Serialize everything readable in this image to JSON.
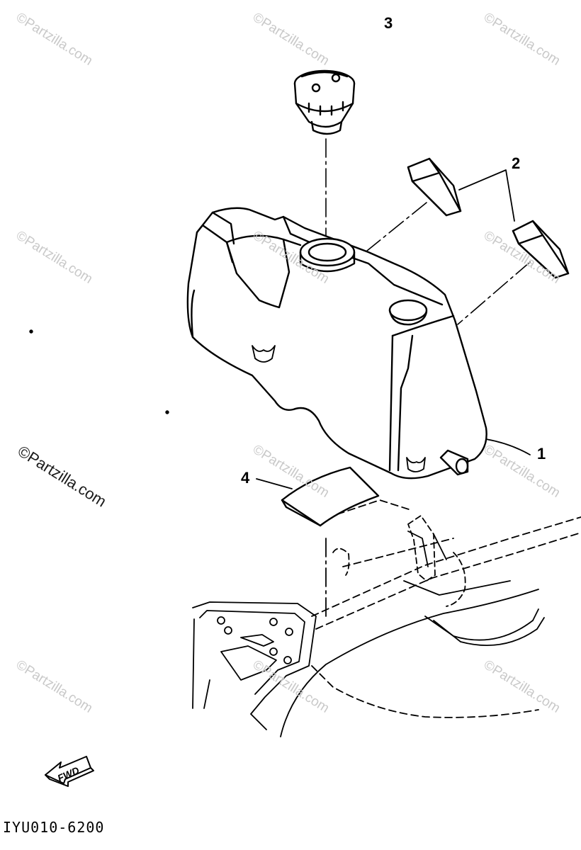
{
  "callouts": {
    "c1": "1",
    "c2": "2",
    "c3": "3",
    "c4": "4"
  },
  "watermark": {
    "text": "Partzilla.com",
    "symbol": "©"
  },
  "fwd_label": "FWD",
  "diagram_code": "IYU010-6200",
  "colors": {
    "line": "#000000",
    "watermark": "#c9c9c9",
    "background": "#ffffff"
  },
  "icons": [
    "fwd-arrow-icon"
  ]
}
